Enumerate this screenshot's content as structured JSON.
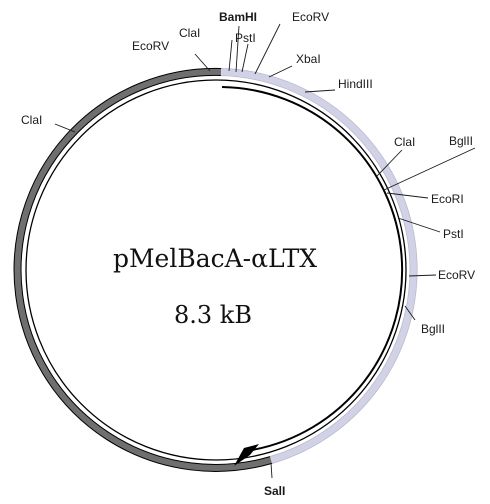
{
  "plasmid": {
    "name": "pMelBacA-αLTX",
    "size": "8.3 kB"
  },
  "colors": {
    "outline": "#000000",
    "backbone_segment": "#6f6f6f",
    "insert_segment": "#d2d2e6",
    "text": "#1a1a1a"
  },
  "sites": [
    {
      "id": "ecorv-1",
      "label": "EcoRV",
      "bold": false
    },
    {
      "id": "clai-1",
      "label": "ClaI",
      "bold": false
    },
    {
      "id": "bamhi",
      "label": "BamHI",
      "bold": true
    },
    {
      "id": "psti-1",
      "label": "PstI",
      "bold": false
    },
    {
      "id": "ecorv-2",
      "label": "EcoRV",
      "bold": false
    },
    {
      "id": "xbai",
      "label": "XbaI",
      "bold": false
    },
    {
      "id": "hindiii",
      "label": "HindIII",
      "bold": false
    },
    {
      "id": "clai-2",
      "label": "ClaI",
      "bold": false
    },
    {
      "id": "bglii-1",
      "label": "BglII",
      "bold": false
    },
    {
      "id": "ecori",
      "label": "EcoRI",
      "bold": false
    },
    {
      "id": "psti-2",
      "label": "PstI",
      "bold": false
    },
    {
      "id": "ecorv-3",
      "label": "EcoRV",
      "bold": false
    },
    {
      "id": "bglii-2",
      "label": "BglII",
      "bold": false
    },
    {
      "id": "sali",
      "label": "SalI",
      "bold": true
    },
    {
      "id": "clai-3",
      "label": "ClaI",
      "bold": false
    }
  ]
}
